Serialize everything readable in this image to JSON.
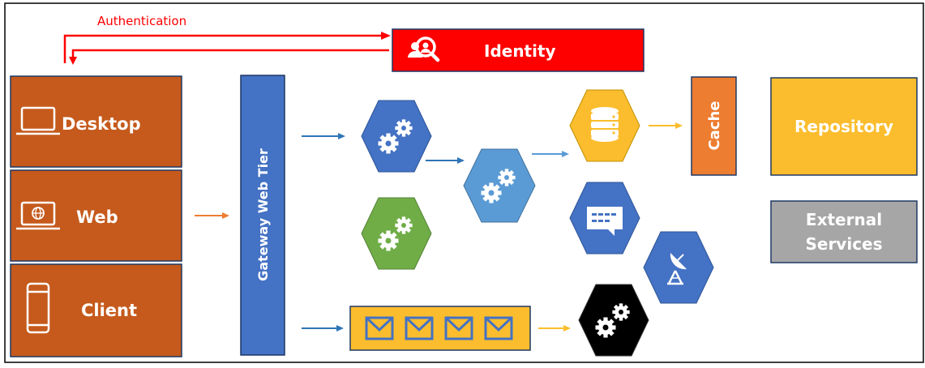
{
  "auth_label": "Authentication",
  "identity": {
    "label": "Identity",
    "icon": "identity-search-icon",
    "color": "#ff0000"
  },
  "clients": [
    {
      "label": "Desktop",
      "icon": "laptop-icon"
    },
    {
      "label": "Web",
      "icon": "web-laptop-icon"
    },
    {
      "label": "Client",
      "icon": "phone-icon"
    }
  ],
  "gateway": {
    "label": "Gateway Web Tier",
    "color": "#4472c4"
  },
  "cache": {
    "label": "Cache",
    "color": "#ed7d31"
  },
  "repository": {
    "label": "Repository",
    "color": "#fbbd2d"
  },
  "external": {
    "line1": "External",
    "line2": "Services",
    "color": "#a6a6a6"
  },
  "colors": {
    "client": "#c55a1c",
    "service_blue": "#4472c4",
    "service_green": "#70ad47",
    "service_light": "#5b9bd5",
    "database": "#fbbd2d",
    "queue": "#fbbd2d",
    "arrow_blue": "#2e75b6",
    "arrow_orange": "#ed7d31",
    "arrow_yellow": "#fbbd2d",
    "auth_red": "#ff0000"
  },
  "icons": [
    "gears-icon",
    "database-icon",
    "message-icon",
    "satellite-dish-icon",
    "envelope-icon"
  ]
}
